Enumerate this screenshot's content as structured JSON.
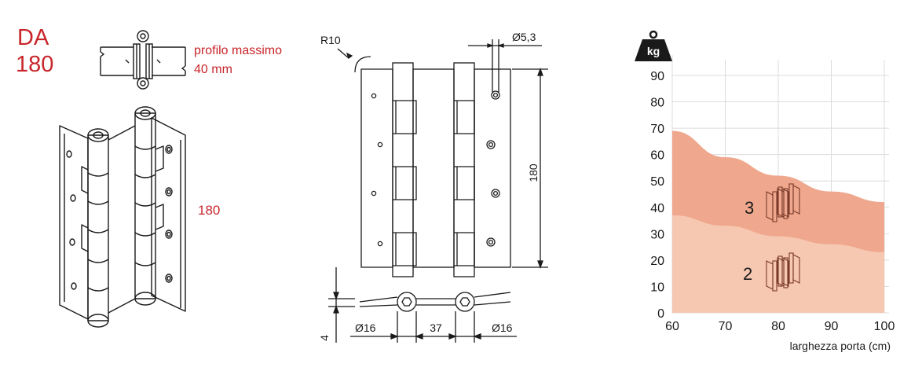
{
  "product": {
    "code": "DA",
    "size": "180",
    "profile_line1": "profilo massimo",
    "profile_line2": "40 mm",
    "iso_height": "180"
  },
  "drawing": {
    "radius_label": "R10",
    "hole_diameter_label": "Ø5,3",
    "height_label": "180",
    "thickness_label": "4",
    "dim_left": "Ø16",
    "dim_center": "37",
    "dim_right": "Ø16"
  },
  "colors": {
    "accent": "#c8262b",
    "band_upper": "#efa88d",
    "band_lower": "#f6c7b1",
    "grid": "#dcdcdc",
    "line": "#1a1a1a"
  },
  "icons": [
    "weight-kg-icon",
    "hinge-icon"
  ],
  "chart_data": {
    "type": "area",
    "xlabel": "larghezza porta (cm)",
    "ylabel": "kg",
    "xlim": [
      60,
      100
    ],
    "ylim": [
      0,
      90
    ],
    "x_ticks": [
      60,
      70,
      80,
      90,
      100
    ],
    "y_ticks": [
      0,
      10,
      20,
      30,
      40,
      50,
      60,
      70,
      80,
      90
    ],
    "grid": true,
    "series": [
      {
        "name": "3",
        "x": [
          60,
          70,
          80,
          90,
          100
        ],
        "values": [
          69,
          59,
          52,
          46,
          42
        ],
        "color": "#efa88d"
      },
      {
        "name": "2",
        "x": [
          60,
          70,
          80,
          90,
          100
        ],
        "values": [
          37,
          33,
          29,
          26,
          23
        ],
        "color": "#f6c7b1"
      }
    ],
    "series_labels": [
      "3",
      "2"
    ],
    "icon_label": "kg"
  }
}
